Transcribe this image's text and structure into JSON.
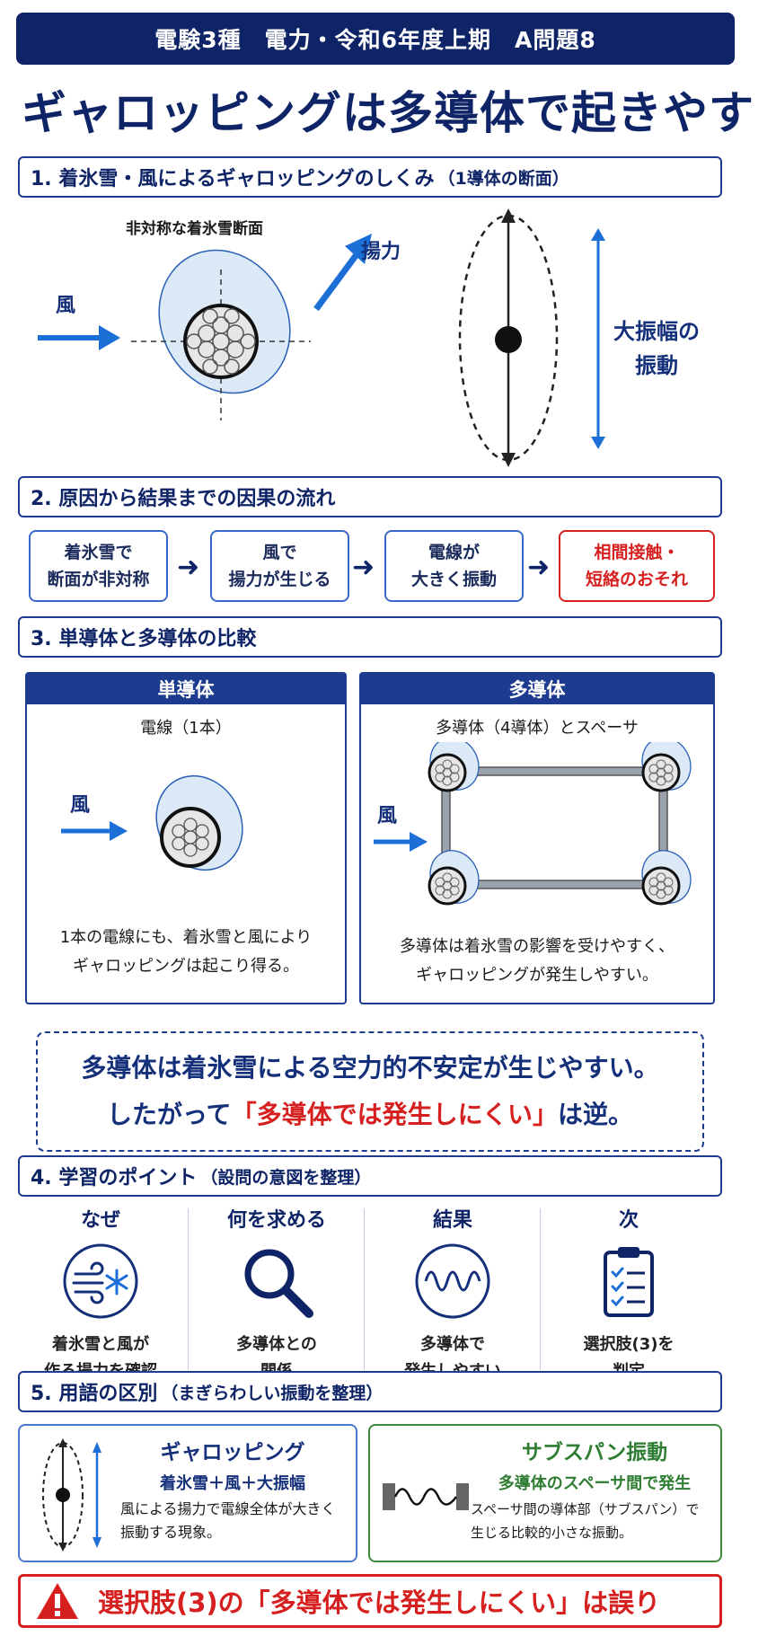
{
  "header": {
    "exam_title": "電験3種　電力・令和6年度上期　A問題8",
    "main_title": "ギャロッピングは多導体で起きやすい"
  },
  "section1": {
    "title": "1. 着氷雪・風によるギャロッピングのしくみ",
    "subtitle": "（1導体の断面）",
    "cross_section_label": "非対称な着氷雪断面",
    "wind_label": "風",
    "lift_label": "揚力",
    "vibration_label_1": "大振幅の",
    "vibration_label_2": "振動"
  },
  "section2": {
    "title": "2. 原因から結果までの因果の流れ",
    "steps": [
      {
        "line1": "着氷雪で",
        "line2": "断面が非対称"
      },
      {
        "line1": "風で",
        "line2": "揚力が生じる"
      },
      {
        "line1": "電線が",
        "line2": "大きく振動"
      },
      {
        "line1": "相間接触・",
        "line2": "短絡のおそれ"
      }
    ],
    "arrow": "➜"
  },
  "section3": {
    "title": "3. 単導体と多導体の比較",
    "single": {
      "header": "単導体",
      "subtitle": "電線（1本）",
      "wind_label": "風",
      "note_1": "1本の電線にも、着氷雪と風により",
      "note_2": "ギャロッピングは起こり得る。"
    },
    "multi": {
      "header": "多導体",
      "subtitle": "多導体（4導体）とスペーサ",
      "wind_label": "風",
      "note_1": "多導体は着氷雪の影響を受けやすく、",
      "note_2": "ギャロッピングが発生しやすい。"
    }
  },
  "conclusion": {
    "line1": "多導体は着氷雪による空力的不安定が生じやすい。",
    "line2_prefix": "したがって",
    "line2_highlight": "「多導体では発生しにくい」",
    "line2_suffix": "は逆。"
  },
  "section4": {
    "title": "4. 学習のポイント",
    "subtitle": "（設問の意図を整理）",
    "points": [
      {
        "heading": "なぜ",
        "line1": "着氷雪と風が",
        "line2": "作る揚力を確認",
        "icon": "wind-snow-icon"
      },
      {
        "heading": "何を求める",
        "line1": "多導体との",
        "line2": "関係",
        "icon": "magnifier-icon"
      },
      {
        "heading": "結果",
        "line1": "多導体で",
        "line2": "発生しやすい",
        "icon": "wave-icon"
      },
      {
        "heading": "次",
        "line1": "選択肢(3)を",
        "line2": "判定",
        "icon": "clipboard-icon"
      }
    ]
  },
  "section5": {
    "title": "5. 用語の区別",
    "subtitle": "（まぎらわしい振動を整理）",
    "galloping": {
      "title": "ギャロッピング",
      "sub": "着氷雪＋風＋大振幅",
      "desc_1": "風による揚力で電線全体が大きく",
      "desc_2": "振動する現象。"
    },
    "subspan": {
      "title": "サブスパン振動",
      "sub": "多導体のスペーサ間で発生",
      "desc_1": "スペーサ間の導体部（サブスパン）で",
      "desc_2": "生じる比較的小さな振動。"
    }
  },
  "warning": {
    "text": "選択肢(3)の「多導体では発生しにくい」は誤り",
    "icon": "warning-icon"
  },
  "colors": {
    "navy": "#0e2466",
    "accent_blue": "#1d4fb8",
    "red": "#d62020",
    "green": "#2e7d32"
  }
}
